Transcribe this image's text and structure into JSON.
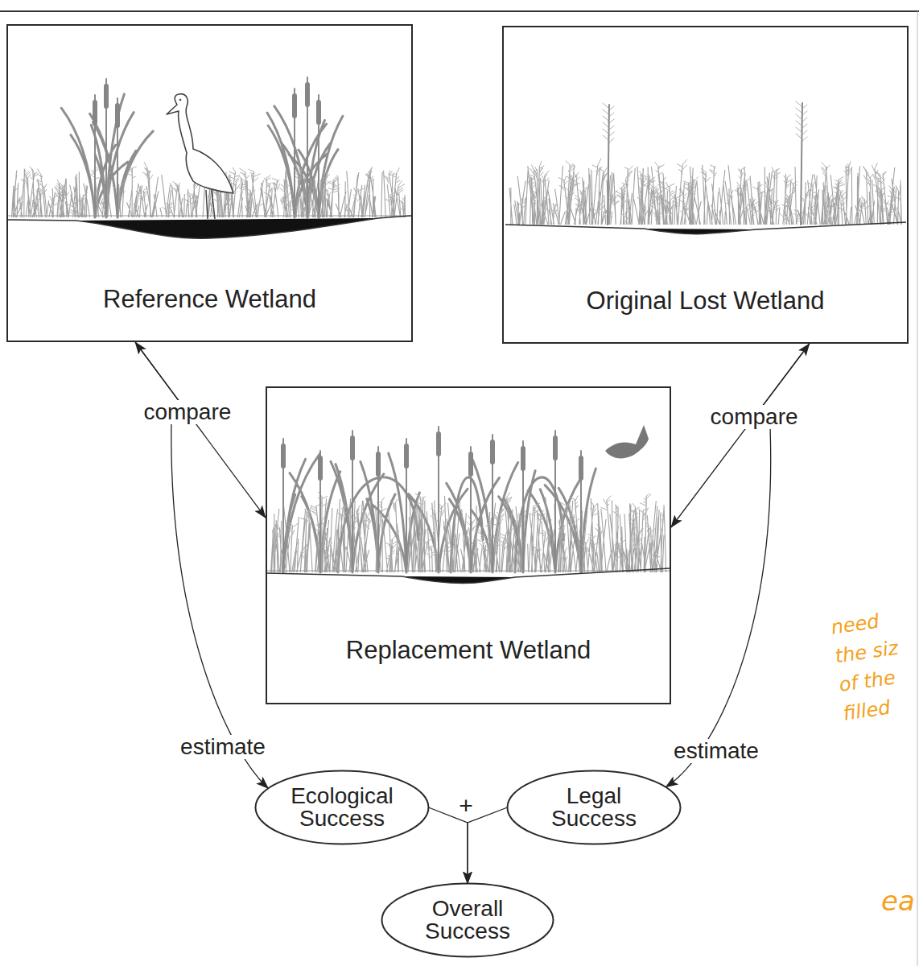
{
  "diagram": {
    "nodes": [
      {
        "text": [
          "Reference Wetland"
        ]
      },
      {
        "text": [
          "Original Lost Wetland"
        ]
      },
      {
        "text": [
          "Replacement Wetland"
        ]
      },
      {
        "text": [
          "Ecological Success"
        ]
      },
      {
        "text": [
          "Legal Success"
        ]
      },
      {
        "text": [
          "Overall Success"
        ]
      }
    ],
    "edges": [
      {
        "from": 0,
        "to": 2,
        "label": "compare",
        "arrow": "both"
      },
      {
        "from": 1,
        "to": 2,
        "label": "compare",
        "arrow": "both"
      },
      {
        "from": 0,
        "to": 3,
        "label": "estimate",
        "arrow": "to"
      },
      {
        "from": 1,
        "to": 4,
        "label": "estimate",
        "arrow": "to"
      },
      {
        "from": 3,
        "to": 5,
        "arrow": "to"
      },
      {
        "from": 4,
        "to": 5,
        "arrow": "to"
      }
    ],
    "labels": [
      "+",
      "need the siz of the filled",
      "ea"
    ]
  }
}
